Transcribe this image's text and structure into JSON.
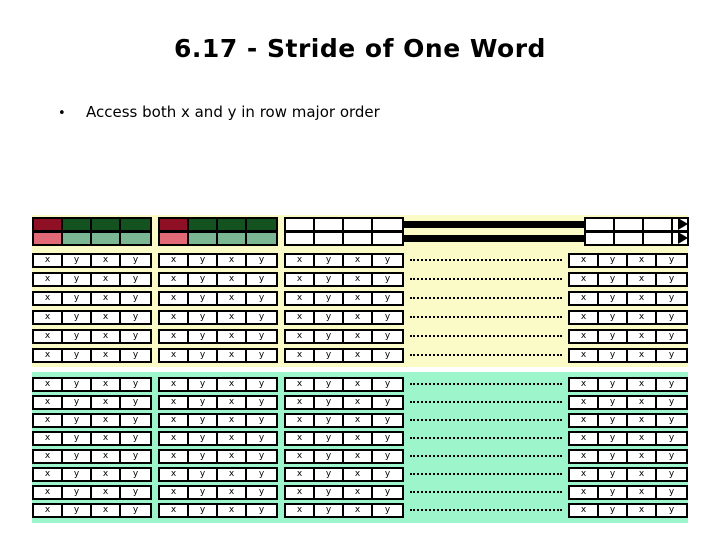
{
  "slide": {
    "title": "6.17 - Stride of One Word",
    "bullet_marker": "•",
    "bullet_text": "Access both x and y in row major order"
  },
  "colors": {
    "band_upper": "#fbfbc8",
    "band_lower": "#9cf5cb",
    "cell_fill": "#ffffff",
    "border": "#000000",
    "highlight_red_dark": "#8f1025",
    "highlight_red_light": "#e26a76",
    "highlight_green_dark": "#14531f",
    "highlight_green_light": "#7cb793",
    "page_background": "#ffffff"
  },
  "diagram": {
    "cell_labels": [
      "x",
      "y",
      "x",
      "y"
    ],
    "group_count_visible": 4,
    "ellipsis_style": "dotted",
    "pointer_connector_style": "solid",
    "arrow_glyph": "▶",
    "upper_band": {
      "name": "upper-memory-band",
      "pointer_rows": [
        {
          "name": "pointer-row-1",
          "groups": [
            {
              "fills": [
                "red",
                "green",
                "green",
                "green"
              ]
            },
            {
              "fills": [
                "red",
                "green",
                "green",
                "green"
              ]
            },
            {
              "fills": [
                "blank",
                "blank",
                "blank",
                "blank"
              ]
            },
            {
              "fills": [
                "blank",
                "blank",
                "blank",
                "blank"
              ]
            }
          ]
        },
        {
          "name": "pointer-row-2",
          "groups": [
            {
              "fills": [
                "red2",
                "green2",
                "green2",
                "green2"
              ]
            },
            {
              "fills": [
                "red2",
                "green2",
                "green2",
                "green2"
              ]
            },
            {
              "fills": [
                "blank",
                "blank",
                "blank",
                "blank"
              ]
            },
            {
              "fills": [
                "blank",
                "blank",
                "blank",
                "blank"
              ]
            }
          ]
        }
      ],
      "data_row_count": 6
    },
    "lower_band": {
      "name": "lower-memory-band",
      "data_row_count": 8
    }
  }
}
